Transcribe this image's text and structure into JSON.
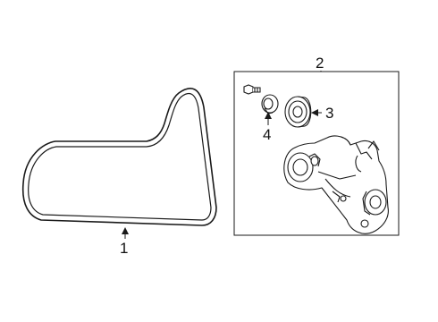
{
  "diagram": {
    "callouts": {
      "belt": "1",
      "tensioner_assembly": "2",
      "idler_pulley": "3",
      "pulley_cap": "4"
    },
    "colors": {
      "line": "#1a1a1a",
      "background": "#ffffff"
    }
  }
}
